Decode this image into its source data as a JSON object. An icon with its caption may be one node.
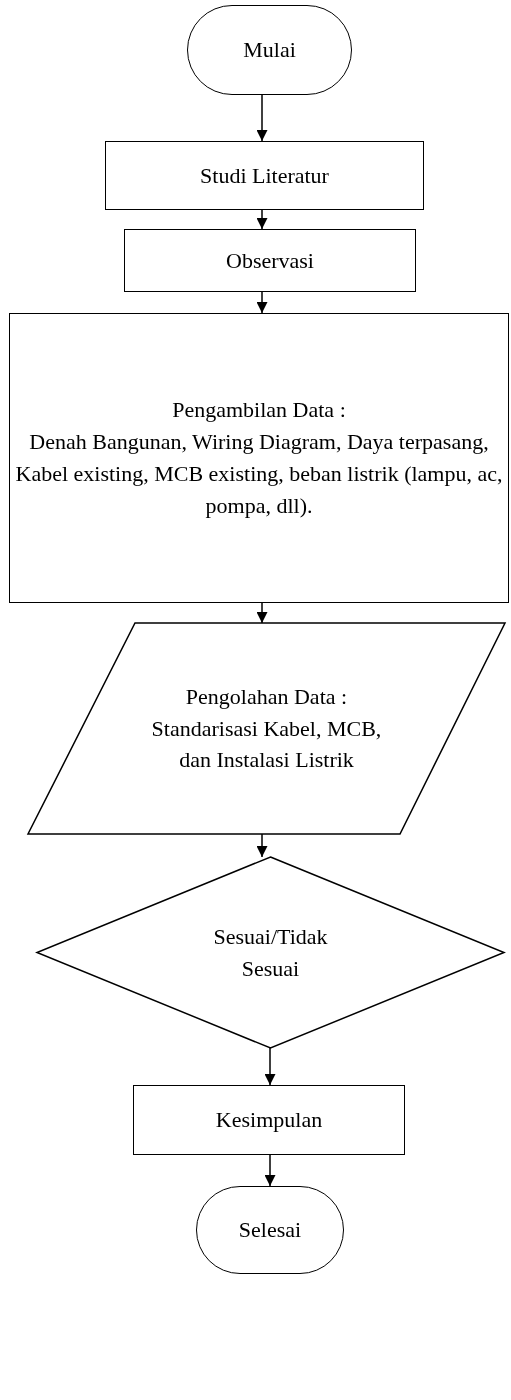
{
  "diagram": {
    "nodes": [
      {
        "text": [
          "Mulai"
        ]
      },
      {
        "text": [
          "Studi Literatur"
        ]
      },
      {
        "text": [
          "Observasi"
        ]
      },
      {
        "text": [
          "Pengambilan Data :",
          "Denah Bangunan, Wiring Diagram, Daya terpasang, Kabel existing, MCB existing, beban listrik (lampu, ac, pompa, dll)."
        ]
      },
      {
        "text": [
          "Pengolahan Data :",
          "Standarisasi Kabel, MCB, dan Instalasi Listrik"
        ]
      },
      {
        "text": [
          "Sesuai/Tidak Sesuai"
        ]
      },
      {
        "text": [
          "Kesimpulan"
        ]
      },
      {
        "text": [
          "Selesai"
        ]
      }
    ],
    "edges": [
      {
        "from": 0,
        "to": 1,
        "arrow": "to"
      },
      {
        "from": 1,
        "to": 2,
        "arrow": "to"
      },
      {
        "from": 2,
        "to": 3,
        "arrow": "to"
      },
      {
        "from": 3,
        "to": 4,
        "arrow": "to"
      },
      {
        "from": 4,
        "to": 5,
        "arrow": "to"
      },
      {
        "from": 5,
        "to": 6,
        "arrow": "to"
      },
      {
        "from": 6,
        "to": 7,
        "arrow": "to"
      }
    ]
  }
}
